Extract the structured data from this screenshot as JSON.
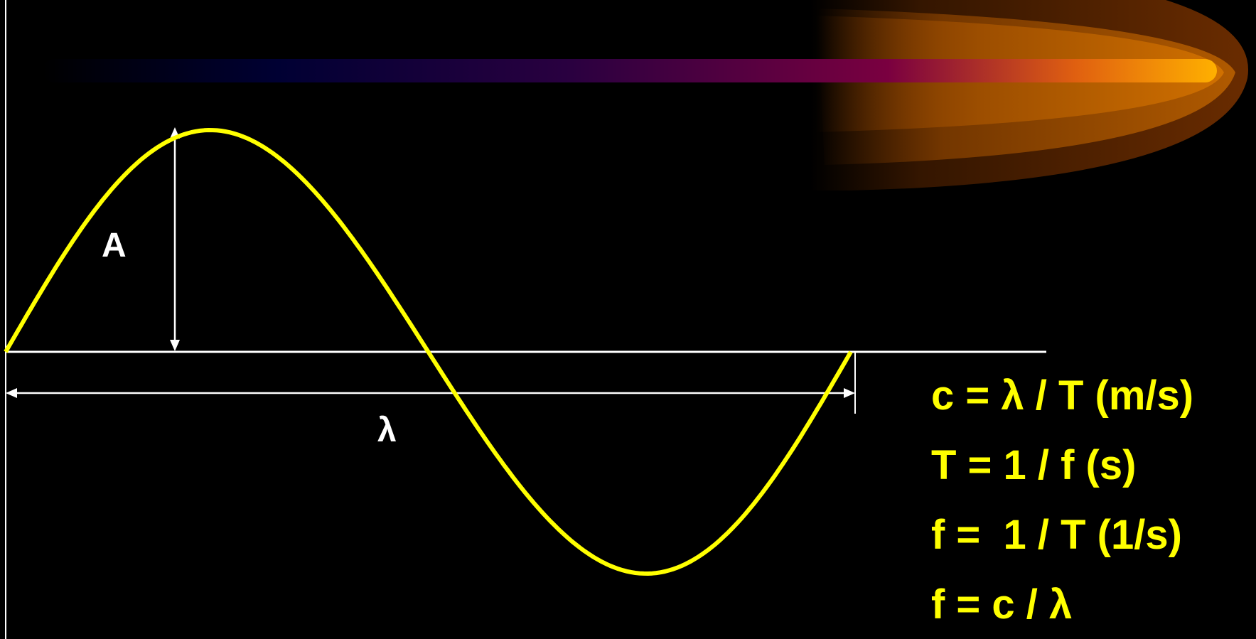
{
  "colors": {
    "background": "#000000",
    "wave": "#ffff00",
    "axis": "#ffffff",
    "formula_text": "#ffff00",
    "label_text": "#ffffff",
    "comet_head": "#ffb000",
    "comet_tail": "#000033"
  },
  "labels": {
    "amplitude": "A",
    "wavelength": "λ"
  },
  "formulas": [
    "c = λ / T (m/s)",
    "T = 1 / f (s)",
    "f =  1 / T (1/s)",
    "f = c / λ"
  ]
}
